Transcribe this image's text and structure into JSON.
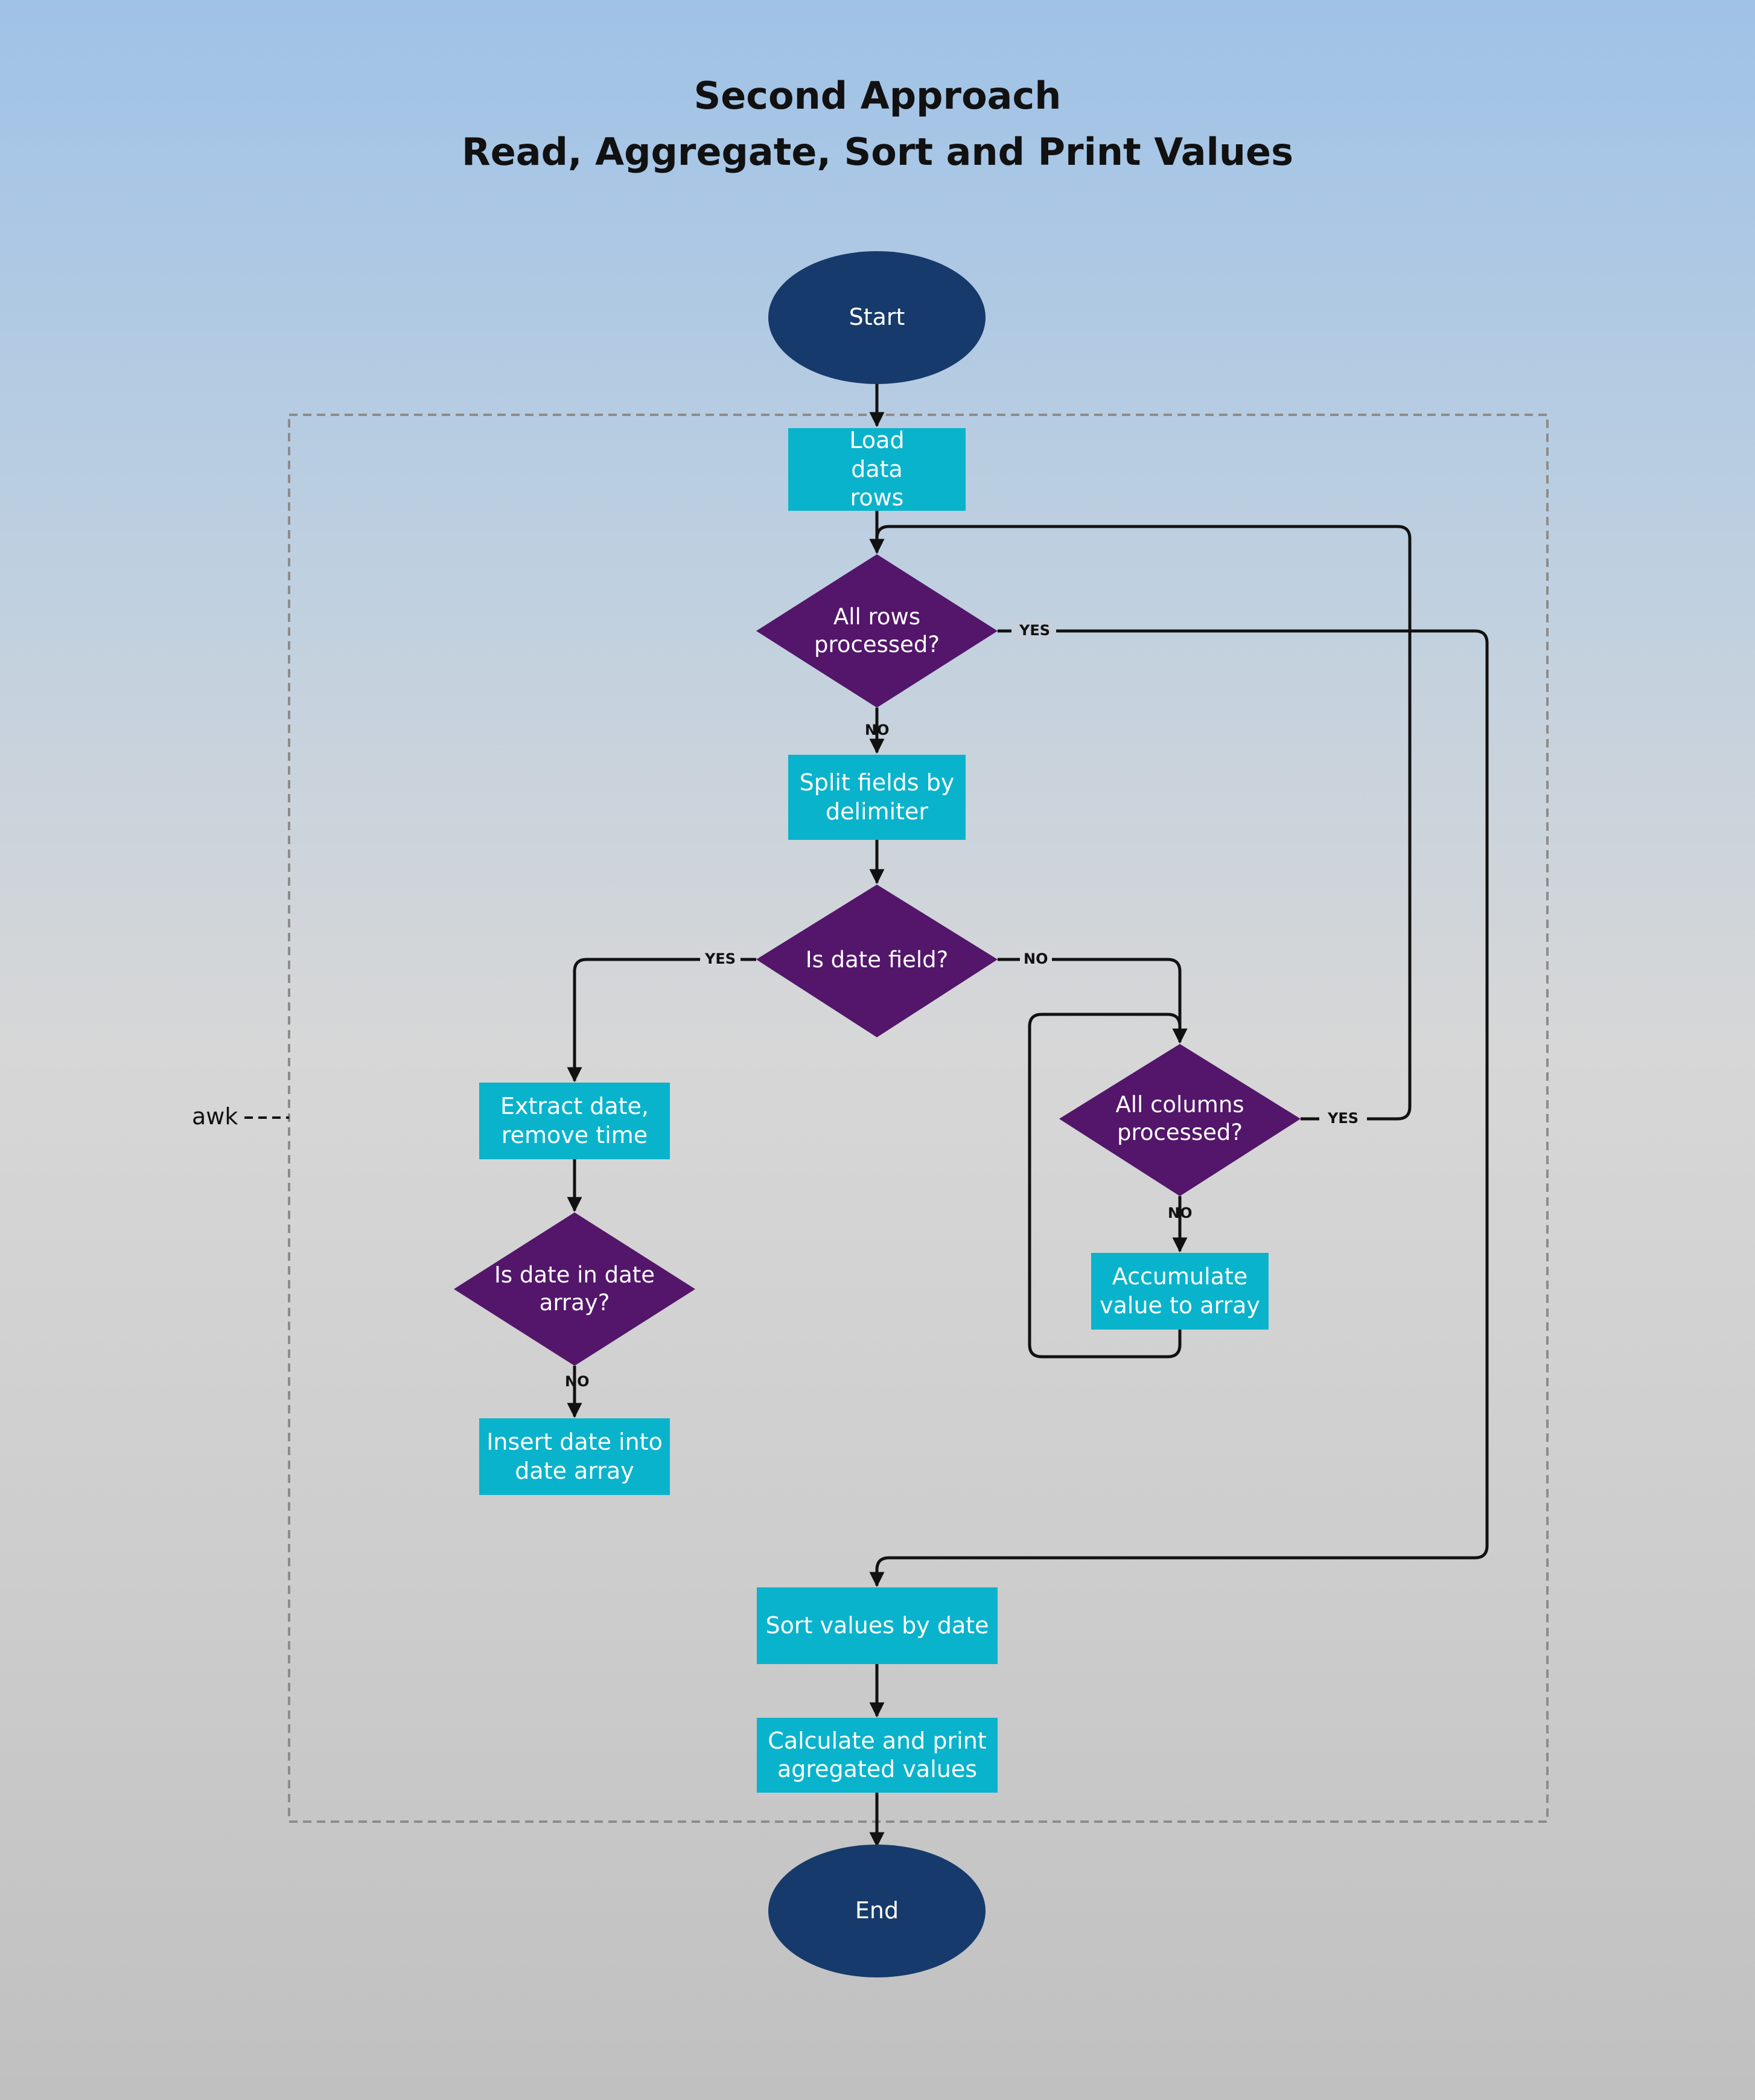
{
  "title_line1": "Second Approach",
  "title_line2": "Read, Aggregate, Sort and Print Values",
  "group_label": "awk",
  "colors": {
    "terminal": "#163a6b",
    "process": "#0ab3cc",
    "decision": "#53166a",
    "line": "#111111",
    "group_border": "#8c8c8c"
  },
  "nodes": {
    "start": "Start",
    "load": "Load data rows",
    "all_rows": "All rows processed?",
    "split": "Split fields by delimiter",
    "is_date": "Is date field?",
    "extract": "Extract date, remove time",
    "in_array": "Is date in date array?",
    "insert": "Insert date into date array",
    "all_cols": "All columns processed?",
    "accumulate": "Accumulate value to array",
    "sort": "Sort values by date",
    "calc": "Calculate and print agregated values",
    "end": "End"
  },
  "edge_labels": {
    "all_rows_yes": "YES",
    "all_rows_no": "NO",
    "is_date_yes": "YES",
    "is_date_no": "NO",
    "all_cols_yes": "YES",
    "all_cols_no": "NO",
    "in_array_no": "NO"
  }
}
